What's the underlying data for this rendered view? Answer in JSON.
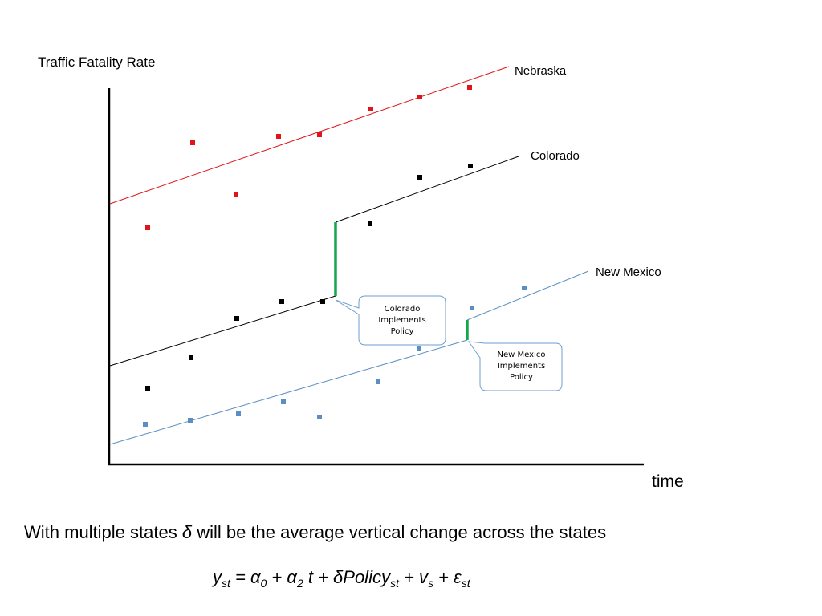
{
  "axes": {
    "y_label": "Traffic Fatality Rate",
    "x_label": "time"
  },
  "states": [
    {
      "name": "Nebraska",
      "color": "#e0141a",
      "points": [
        [
          184,
          284
        ],
        [
          240,
          178
        ],
        [
          294,
          243
        ],
        [
          347,
          170
        ],
        [
          398,
          168
        ],
        [
          462,
          136
        ],
        [
          523,
          121
        ],
        [
          585,
          109
        ]
      ],
      "trend": [
        [
          137,
          254
        ],
        [
          634,
          83
        ]
      ]
    },
    {
      "name": "Colorado",
      "color": "#000000",
      "points": [
        [
          184,
          484
        ],
        [
          238,
          446
        ],
        [
          295,
          397
        ],
        [
          351,
          376
        ],
        [
          402,
          376
        ],
        [
          461,
          279
        ],
        [
          523,
          221
        ],
        [
          586,
          207
        ]
      ],
      "trend_pre": [
        [
          137,
          456
        ],
        [
          418,
          369
        ]
      ],
      "trend_post": [
        [
          418,
          277
        ],
        [
          646,
          195
        ]
      ],
      "jump": [
        [
          418,
          277
        ],
        [
          418,
          369
        ]
      ]
    },
    {
      "name": "New Mexico",
      "color": "#5b8fc3",
      "points": [
        [
          181,
          529
        ],
        [
          237,
          524
        ],
        [
          297,
          516
        ],
        [
          353,
          501
        ],
        [
          398,
          520
        ],
        [
          471,
          476
        ],
        [
          522,
          434
        ],
        [
          588,
          384
        ],
        [
          653,
          359
        ]
      ],
      "trend_pre": [
        [
          137,
          554
        ],
        [
          582,
          424
        ]
      ],
      "trend_post": [
        [
          582,
          399
        ],
        [
          733,
          338
        ]
      ],
      "jump": [
        [
          582,
          399
        ],
        [
          582,
          424
        ]
      ]
    }
  ],
  "jump_color": "#14a84a",
  "callout_border_color": "#6e9fcf",
  "callouts": {
    "colorado": "Colorado\nImplements\nPolicy",
    "new_mexico": "New Mexico\nImplements\nPolicy"
  },
  "caption": {
    "before": "With multiple states ",
    "symbol": "δ",
    "after": " will be the average vertical change across the states"
  },
  "equation": {
    "y": "y",
    "y_sub": "st",
    "eq": " = ",
    "a0": "α",
    "a0_sub": "0",
    "plus1": " + ",
    "a2": "α",
    "a2_sub": "2",
    "t": " t",
    "plus2": " + ",
    "delta_policy": "δPolicy",
    "policy_sub": "st",
    "plus3": " + ",
    "v": "v",
    "v_sub": "s",
    "plus4": " + ",
    "eps": "ε",
    "eps_sub": "st"
  }
}
